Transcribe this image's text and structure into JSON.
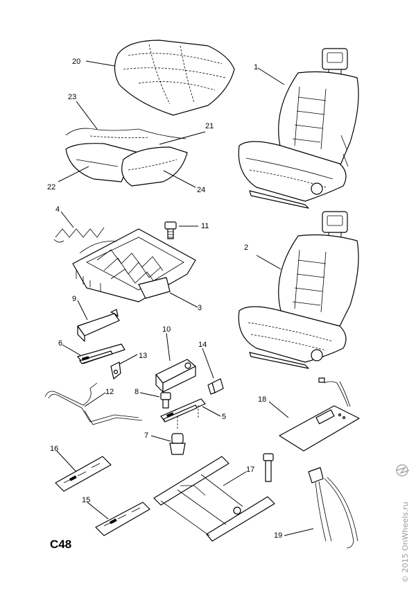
{
  "diagram": {
    "code": "C48",
    "callouts": [
      "1",
      "2",
      "3",
      "4",
      "5",
      "6",
      "7",
      "8",
      "9",
      "10",
      "11",
      "12",
      "13",
      "14",
      "15",
      "16",
      "17",
      "18",
      "19",
      "20",
      "21",
      "22",
      "23",
      "24"
    ],
    "watermark": "© 2015 OnWheels.ru"
  }
}
